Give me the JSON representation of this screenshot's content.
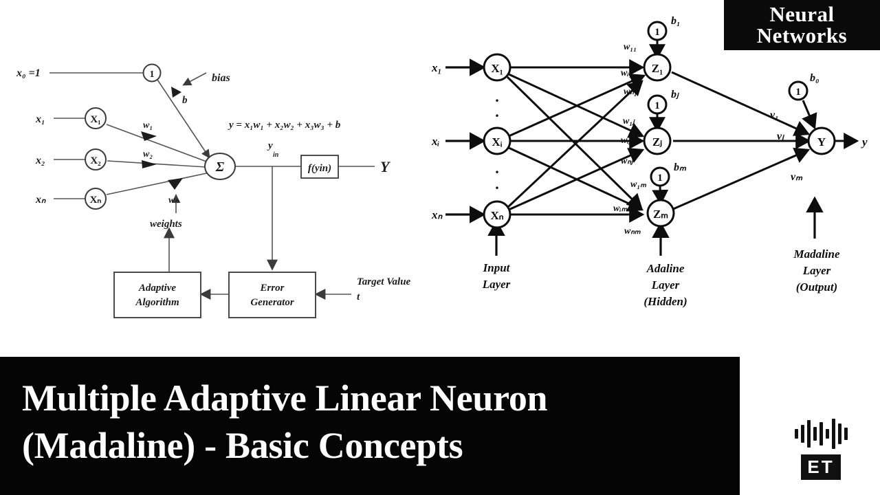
{
  "meta": {
    "page_background": "#ffffff",
    "ink": "#111111",
    "left_diagram_stroke": "#555555",
    "banner_background": "#050505",
    "banner_text_color": "#ffffff"
  },
  "badge": {
    "line1": "Neural",
    "line2": "Networks"
  },
  "title_banner": {
    "line1": "Multiple Adaptive Linear Neuron",
    "line2": "(Madaline) - Basic Concepts"
  },
  "logo": {
    "text": "ET",
    "wave_bars": [
      14,
      26,
      40,
      20,
      34,
      14,
      44,
      30,
      18
    ]
  },
  "adaline_diagram": {
    "caption_equation": "y   = x₁w₁ + x₂w₂ + x₃w₃ + b",
    "equation_sub": "in",
    "inputs": [
      {
        "label": "x₀ =1",
        "node": "1",
        "kind": "bias-input"
      },
      {
        "label": "x₁",
        "node": "X₁",
        "kind": "input"
      },
      {
        "label": "x₂",
        "node": "X₂",
        "kind": "input"
      },
      {
        "label": "xₙ",
        "node": "Xₙ",
        "kind": "input"
      }
    ],
    "weight_labels": [
      "w₁",
      "w₂",
      "wₙ"
    ],
    "bias_edge_label": "b",
    "bias_annotation": "bias",
    "sum_node": "Σ",
    "net_input_label": "y",
    "net_input_sub": "in",
    "activation_box": "f(yin)",
    "output_label": "Y",
    "weights_annotation": "weights",
    "blocks": [
      {
        "id": "adaptive-algorithm",
        "line1": "Adaptive",
        "line2": "Algorithm"
      },
      {
        "id": "error-generator",
        "line1": "Error",
        "line2": "Generator"
      }
    ],
    "target_value": {
      "line1": "Target Value",
      "line2": "t"
    }
  },
  "madaline_diagram": {
    "input_layer": {
      "caption_line1": "Input",
      "caption_line2": "Layer",
      "signals": [
        "x₁",
        "xᵢ",
        "xₙ"
      ],
      "nodes": [
        "X₁",
        "Xᵢ",
        "Xₙ"
      ],
      "ellipsis": "."
    },
    "adaline_layer": {
      "caption_line1": "Adaline",
      "caption_line2": "Layer",
      "caption_line3": "(Hidden)",
      "nodes": [
        "Z₁",
        "Zⱼ",
        "Zₘ"
      ],
      "biases": [
        {
          "node": "1",
          "label": "b₁"
        },
        {
          "node": "1",
          "label": "bⱼ"
        },
        {
          "node": "1",
          "label": "bₘ"
        }
      ],
      "weights_to_z1": [
        "w₁₁",
        "wᵢ₁",
        "wₙ₁"
      ],
      "weights_to_zj": [
        "w₁ⱼ",
        "wᵢⱼ",
        "wₙⱼ"
      ],
      "weights_to_zm": [
        "w₁ₘ",
        "wᵢₘ",
        "wₙₘ"
      ]
    },
    "madaline_layer": {
      "caption_line1": "Madaline",
      "caption_line2": "Layer",
      "caption_line3": "(Output)",
      "node": "Y",
      "bias": {
        "node": "1",
        "label": "b₀"
      },
      "weights": [
        "v₁",
        "vⱼ",
        "vₘ"
      ],
      "output_signal": "y"
    }
  }
}
